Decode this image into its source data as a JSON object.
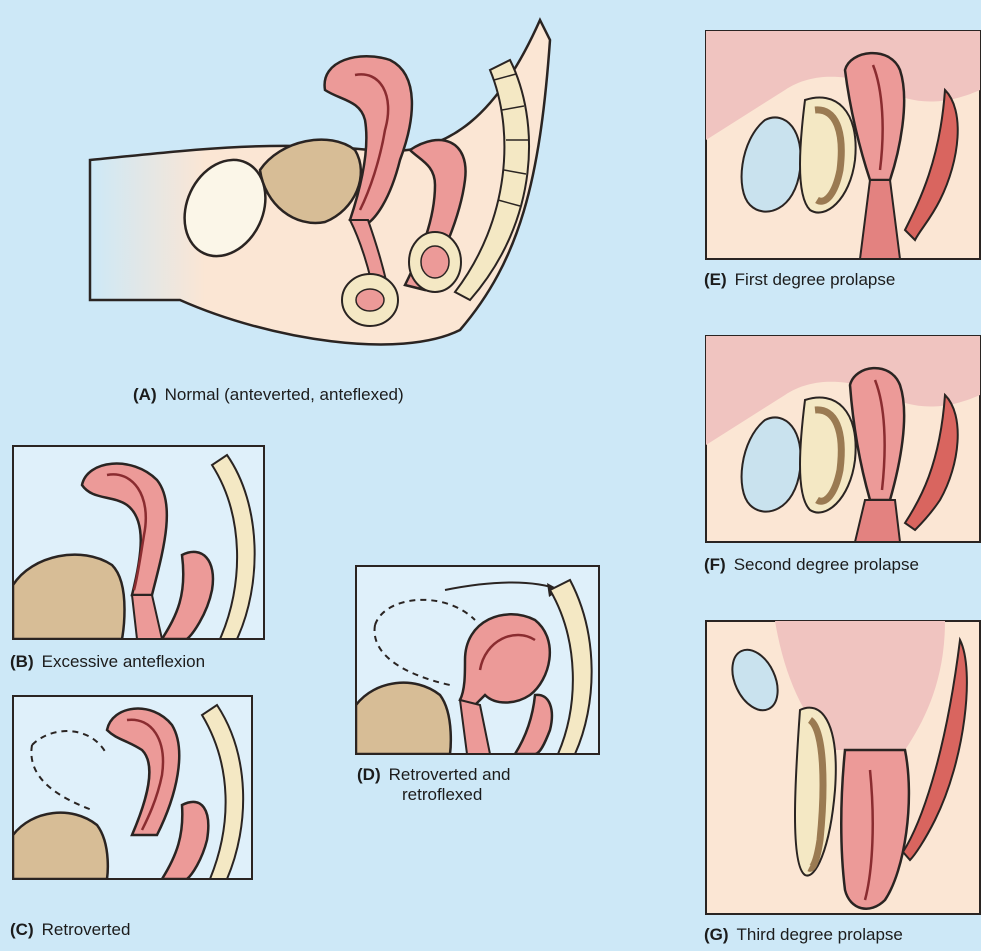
{
  "colors": {
    "background": "#cde8f7",
    "uterus": "#ec9a98",
    "uterus_dark": "#b85a5c",
    "skin": "#fbe6d4",
    "bowel": "#d7bd96",
    "bladder": "#eef4f6",
    "tissue_pale": "#f4e8c4",
    "outline": "#2a2422"
  },
  "panels": [
    {
      "tag": "(A)",
      "caption": "Normal (anteverted, anteflexed)"
    },
    {
      "tag": "(B)",
      "caption": "Excessive anteflexion"
    },
    {
      "tag": "(C)",
      "caption": "Retroverted"
    },
    {
      "tag": "(D)",
      "caption_line1": "Retroverted and",
      "caption_line2": "retroflexed"
    },
    {
      "tag": "(E)",
      "caption": "First degree prolapse"
    },
    {
      "tag": "(F)",
      "caption": "Second degree prolapse"
    },
    {
      "tag": "(G)",
      "caption": "Third degree prolapse"
    }
  ]
}
